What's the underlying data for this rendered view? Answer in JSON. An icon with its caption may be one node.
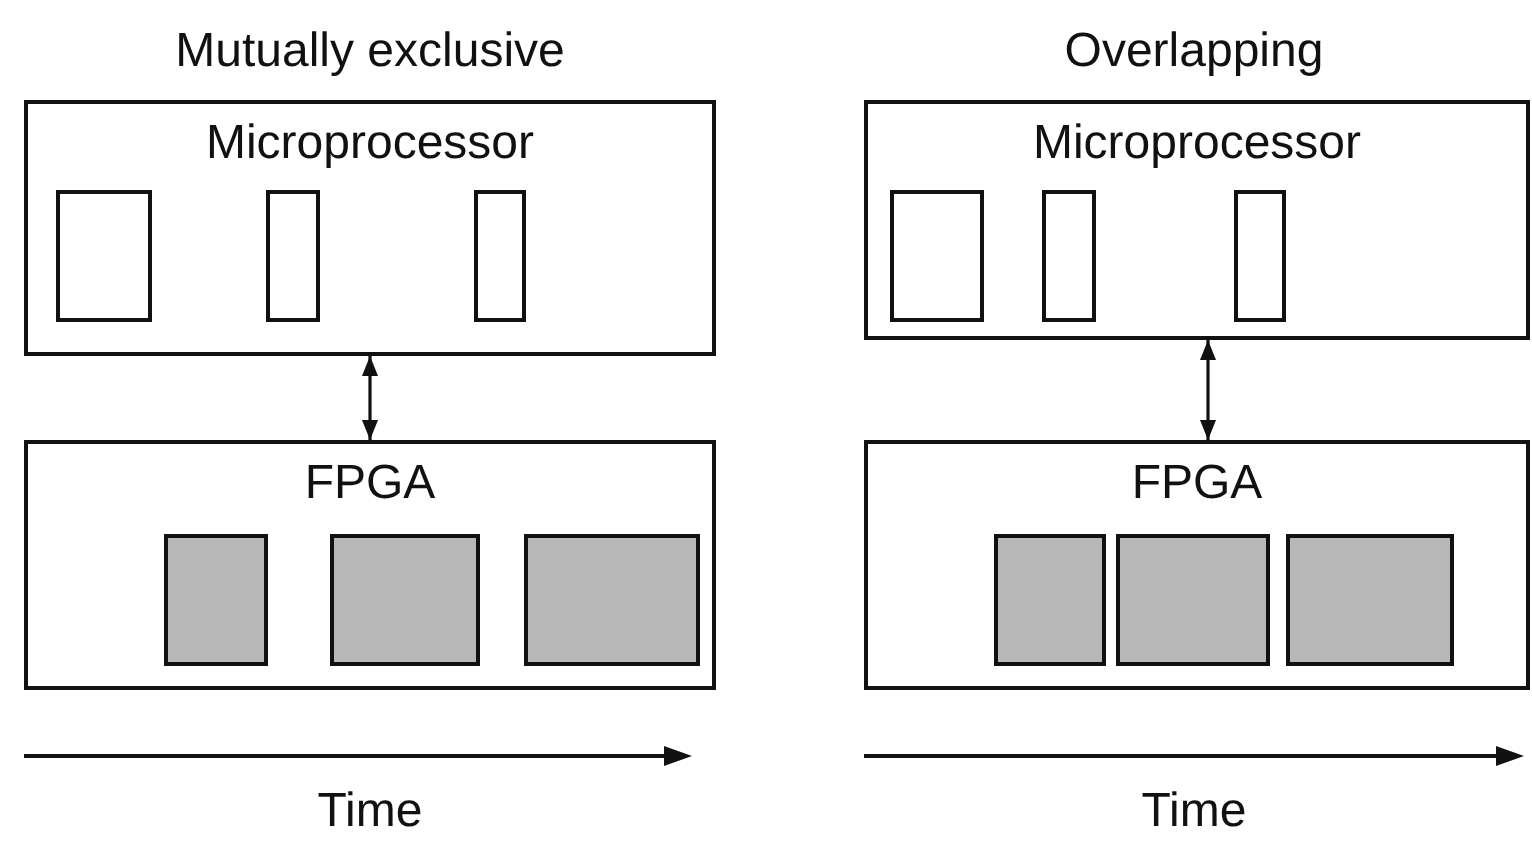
{
  "diagram": {
    "nodes": [
      {
        "text": [
          "Microprocessor"
        ]
      },
      {
        "text": [],
        "shape": "box",
        "in": 0
      },
      {
        "text": [],
        "shape": "box",
        "in": 0
      },
      {
        "text": [],
        "shape": "box",
        "in": 0
      },
      {
        "text": [
          "FPGA"
        ]
      },
      {
        "text": [],
        "shape": "box",
        "in": 4
      },
      {
        "text": [],
        "shape": "box",
        "in": 4
      },
      {
        "text": [],
        "shape": "box",
        "in": 4
      },
      {
        "text": [
          "Microprocessor"
        ]
      },
      {
        "text": [],
        "shape": "box",
        "in": 8
      },
      {
        "text": [],
        "shape": "box",
        "in": 8
      },
      {
        "text": [],
        "shape": "box",
        "in": 8
      },
      {
        "text": [
          "FPGA"
        ]
      },
      {
        "text": [],
        "shape": "box",
        "in": 12
      },
      {
        "text": [],
        "shape": "box",
        "in": 12
      },
      {
        "text": [],
        "shape": "box",
        "in": 12
      }
    ],
    "edges": [
      {
        "from": 0,
        "to": 4,
        "arrow": "both"
      },
      {
        "from": 8,
        "to": 12,
        "arrow": "both"
      }
    ],
    "labels": [
      "Mutually exclusive",
      "Overlapping",
      "Time",
      "Time"
    ]
  }
}
